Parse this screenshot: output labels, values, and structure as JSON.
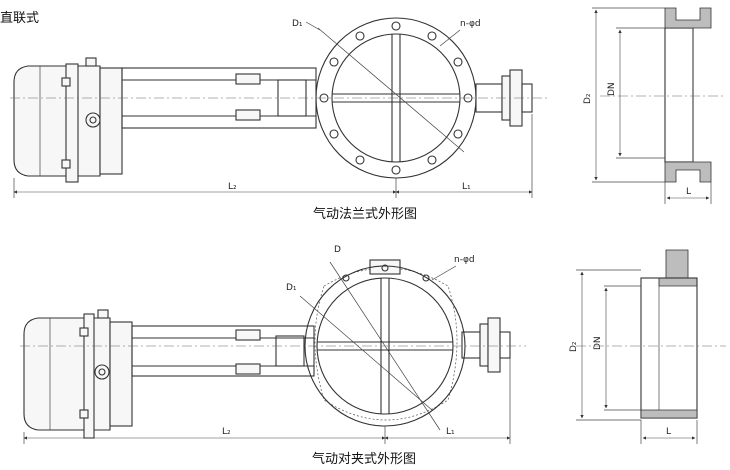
{
  "header": {
    "title": "直联式"
  },
  "top": {
    "caption": "气动法兰式外形图",
    "labels": {
      "d1": "D₁",
      "holes": "n-φd",
      "l2": "L₂",
      "l1": "L₁"
    },
    "side": {
      "d2": "D₂",
      "dn": "DN",
      "l": "L"
    }
  },
  "bottom": {
    "caption": "气动对夹式外形图",
    "labels": {
      "d": "D",
      "d1": "D₁",
      "holes": "n-φd",
      "l2": "L₂",
      "l1": "L₁"
    },
    "side": {
      "d2": "D₂",
      "dn": "DN",
      "l": "L"
    }
  }
}
